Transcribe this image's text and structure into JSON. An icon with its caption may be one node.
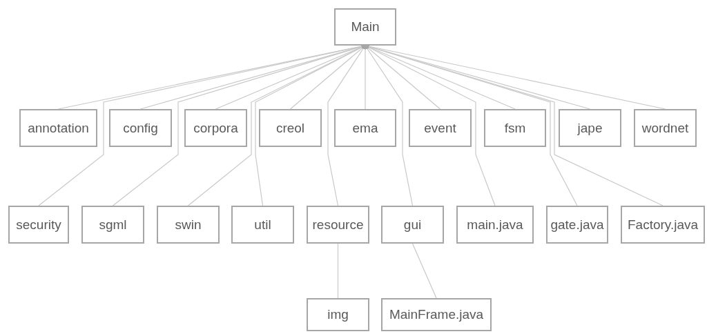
{
  "diagram": {
    "nodes": [
      {
        "text": [
          "Main"
        ]
      },
      {
        "text": [
          "annotation"
        ]
      },
      {
        "text": [
          "config"
        ]
      },
      {
        "text": [
          "corpora"
        ]
      },
      {
        "text": [
          "creol"
        ]
      },
      {
        "text": [
          "ema"
        ]
      },
      {
        "text": [
          "event"
        ]
      },
      {
        "text": [
          "fsm"
        ]
      },
      {
        "text": [
          "jape"
        ]
      },
      {
        "text": [
          "wordnet"
        ]
      },
      {
        "text": [
          "security"
        ]
      },
      {
        "text": [
          "sgml"
        ]
      },
      {
        "text": [
          "swin"
        ]
      },
      {
        "text": [
          "util"
        ]
      },
      {
        "text": [
          "resource"
        ]
      },
      {
        "text": [
          "gui"
        ]
      },
      {
        "text": [
          "main.java"
        ]
      },
      {
        "text": [
          "gate.java"
        ]
      },
      {
        "text": [
          "Factory.java"
        ]
      },
      {
        "text": [
          "img"
        ]
      },
      {
        "text": [
          "MainFrame.java"
        ]
      }
    ],
    "edges": [
      {
        "from": 1,
        "to": 0,
        "arrow": "to"
      },
      {
        "from": 2,
        "to": 0,
        "arrow": "to"
      },
      {
        "from": 3,
        "to": 0,
        "arrow": "to"
      },
      {
        "from": 4,
        "to": 0,
        "arrow": "to"
      },
      {
        "from": 5,
        "to": 0,
        "arrow": "to"
      },
      {
        "from": 6,
        "to": 0,
        "arrow": "to"
      },
      {
        "from": 7,
        "to": 0,
        "arrow": "to"
      },
      {
        "from": 8,
        "to": 0,
        "arrow": "to"
      },
      {
        "from": 9,
        "to": 0,
        "arrow": "to"
      },
      {
        "from": 10,
        "to": 0,
        "arrow": "to"
      },
      {
        "from": 11,
        "to": 0,
        "arrow": "to"
      },
      {
        "from": 12,
        "to": 0,
        "arrow": "to"
      },
      {
        "from": 13,
        "to": 0,
        "arrow": "to"
      },
      {
        "from": 14,
        "to": 0,
        "arrow": "to"
      },
      {
        "from": 15,
        "to": 0,
        "arrow": "to"
      },
      {
        "from": 16,
        "to": 0,
        "arrow": "to"
      },
      {
        "from": 17,
        "to": 0,
        "arrow": "to"
      },
      {
        "from": 18,
        "to": 0,
        "arrow": "to"
      },
      {
        "from": 19,
        "to": 14,
        "arrow": "none"
      },
      {
        "from": 20,
        "to": 15,
        "arrow": "none"
      }
    ]
  }
}
